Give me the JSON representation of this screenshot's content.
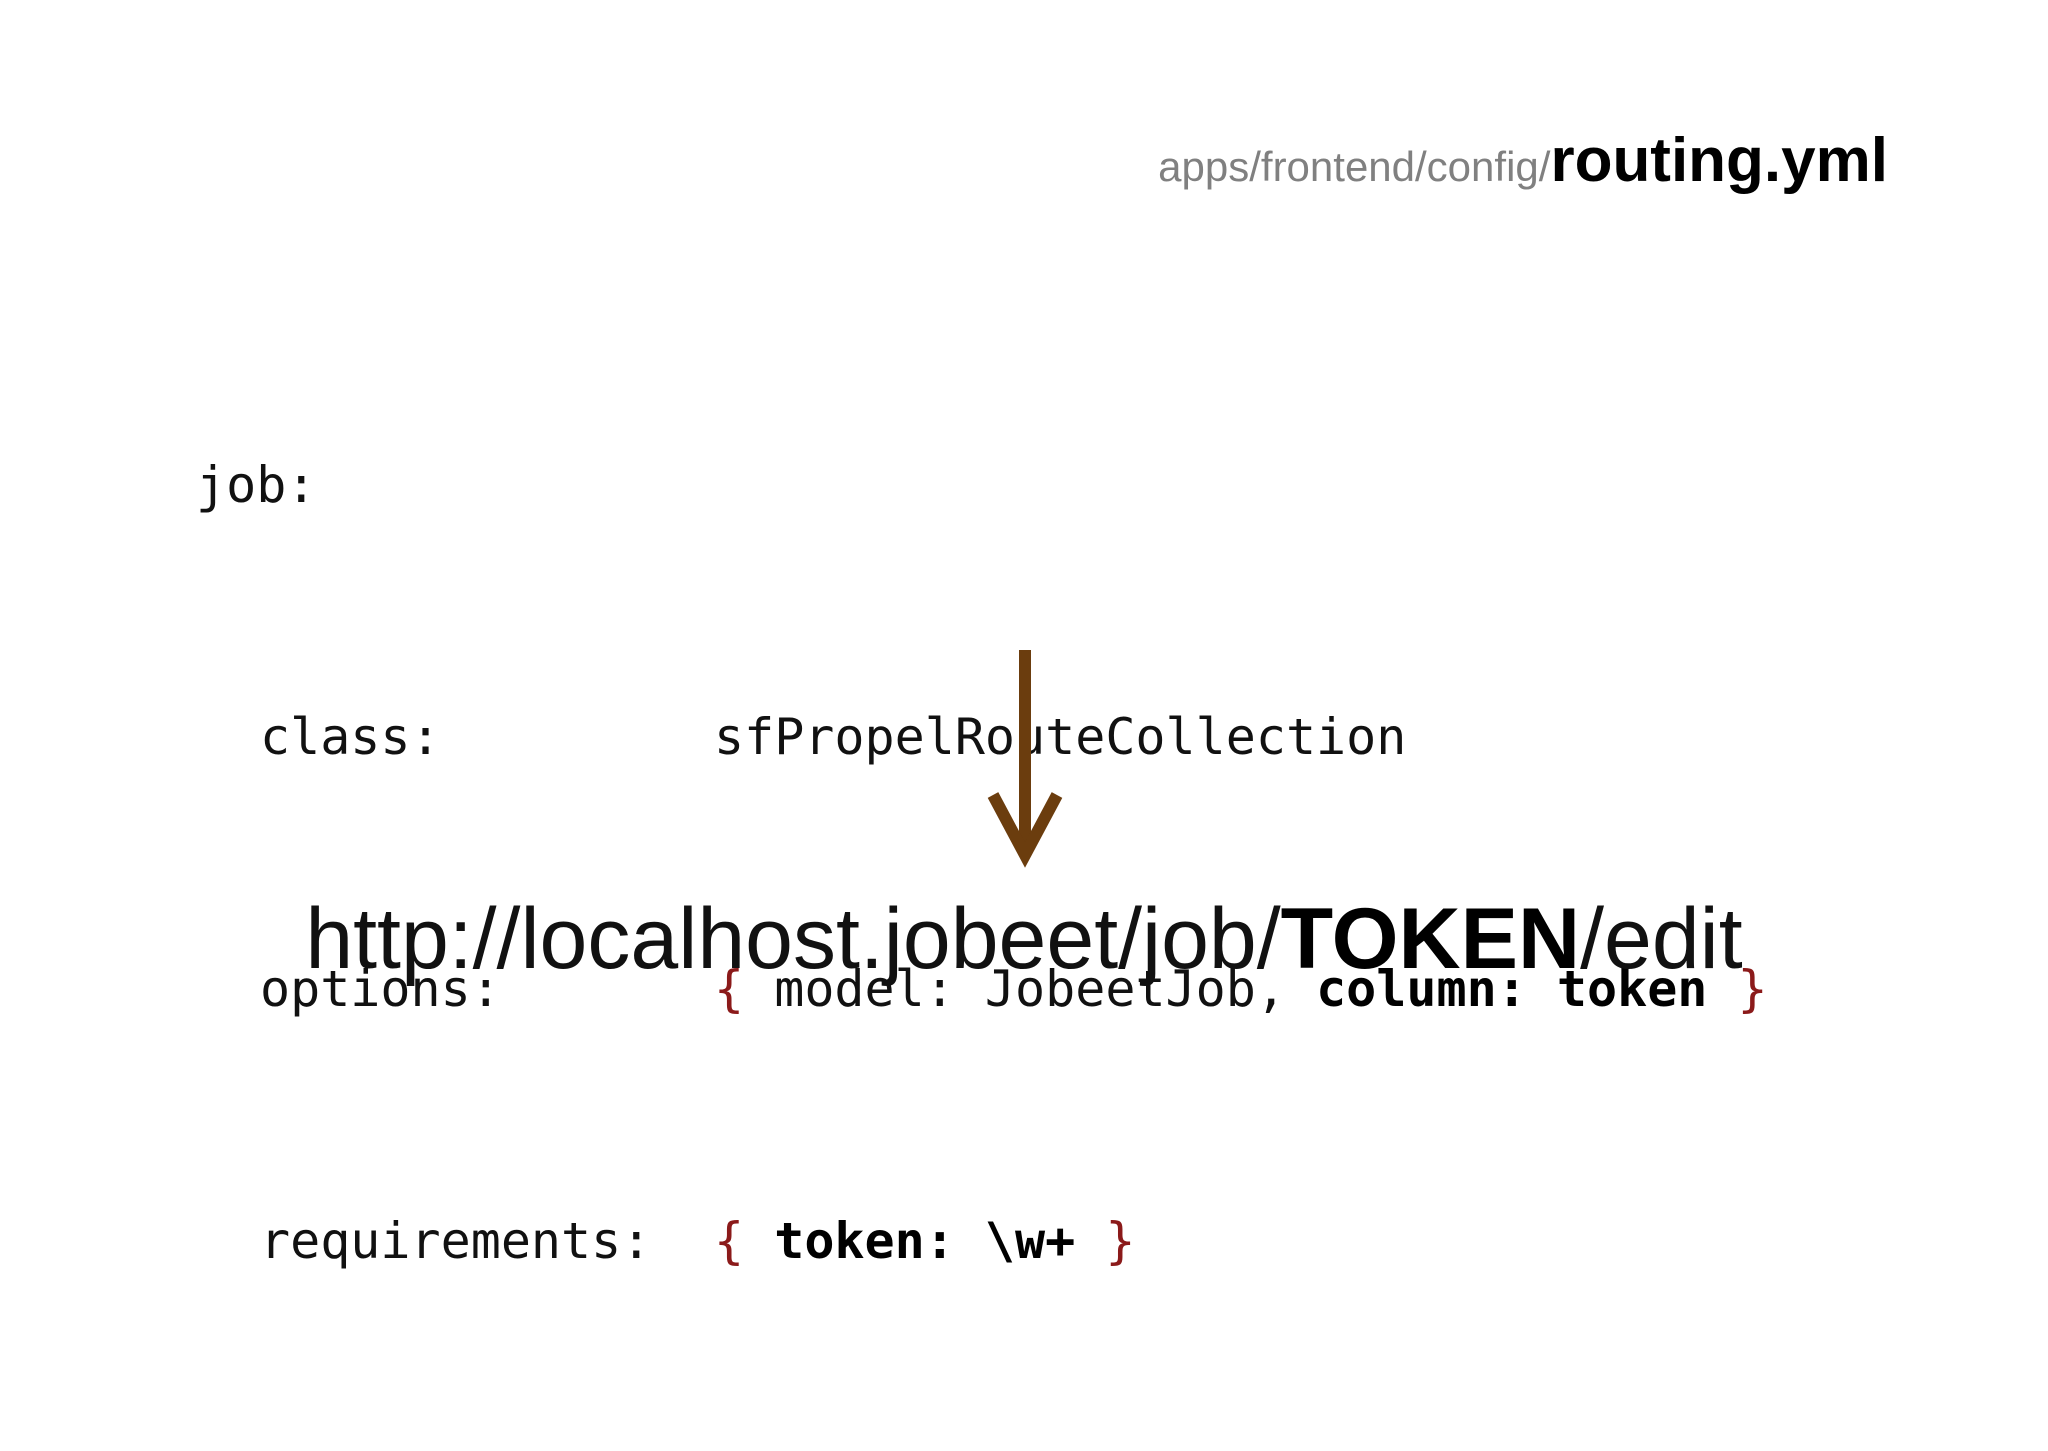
{
  "header": {
    "path_prefix": "apps/frontend/config/",
    "file_name": "routing.yml"
  },
  "code": {
    "route_name": "job:",
    "class_key": "class:",
    "class_value": "sfPropelRouteCollection",
    "options_key": "options:",
    "options_open": "{",
    "options_model": "model: JobeetJob,",
    "options_column": "column: token",
    "options_close": "}",
    "requirements_key": "requirements:",
    "requirements_open": "{",
    "requirements_token": "token: \\w+",
    "requirements_close": "}"
  },
  "arrow": {
    "icon": "down-arrow-icon",
    "color": "#6b3d0e"
  },
  "url": {
    "prefix": "http://localhost.jobeet/job/",
    "token": "TOKEN",
    "suffix": "/edit"
  },
  "colors": {
    "brace": "#8b1a1a",
    "path_gray": "#808080"
  }
}
